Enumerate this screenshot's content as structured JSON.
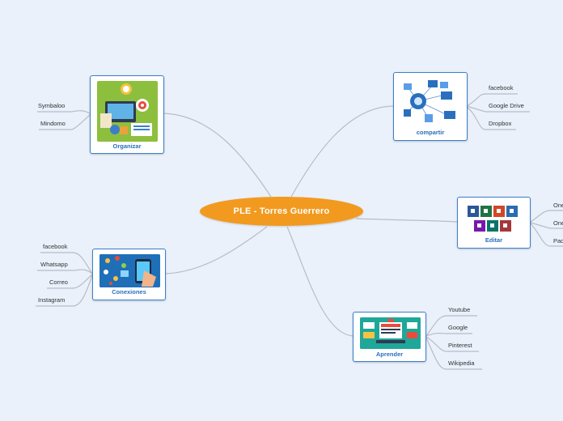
{
  "central": {
    "label": "PLE - Torres Guerrero",
    "color": "#f29a1f"
  },
  "nodes": {
    "organizar": {
      "label": "Organizar",
      "leaves": [
        "Symbaloo",
        "Mindomo"
      ]
    },
    "compartir": {
      "label": "compartir",
      "leaves": [
        "facebook",
        "Google Drive",
        "Dropbox"
      ]
    },
    "editar": {
      "label": "Editar",
      "leaves": [
        "One",
        "One",
        "Pad"
      ]
    },
    "conexiones": {
      "label": "Conexiones",
      "leaves": [
        "facebook",
        "Whatsapp",
        "Correo",
        "Instagram"
      ]
    },
    "aprender": {
      "label": "Aprender",
      "leaves": [
        "Youtube",
        "Google",
        "Pinterest",
        "Wikipedia"
      ]
    }
  },
  "colors": {
    "border": "#3b7fcb",
    "caption": "#2a6fbd",
    "line": "#b6bcc8",
    "background": "#eaf1fb"
  }
}
